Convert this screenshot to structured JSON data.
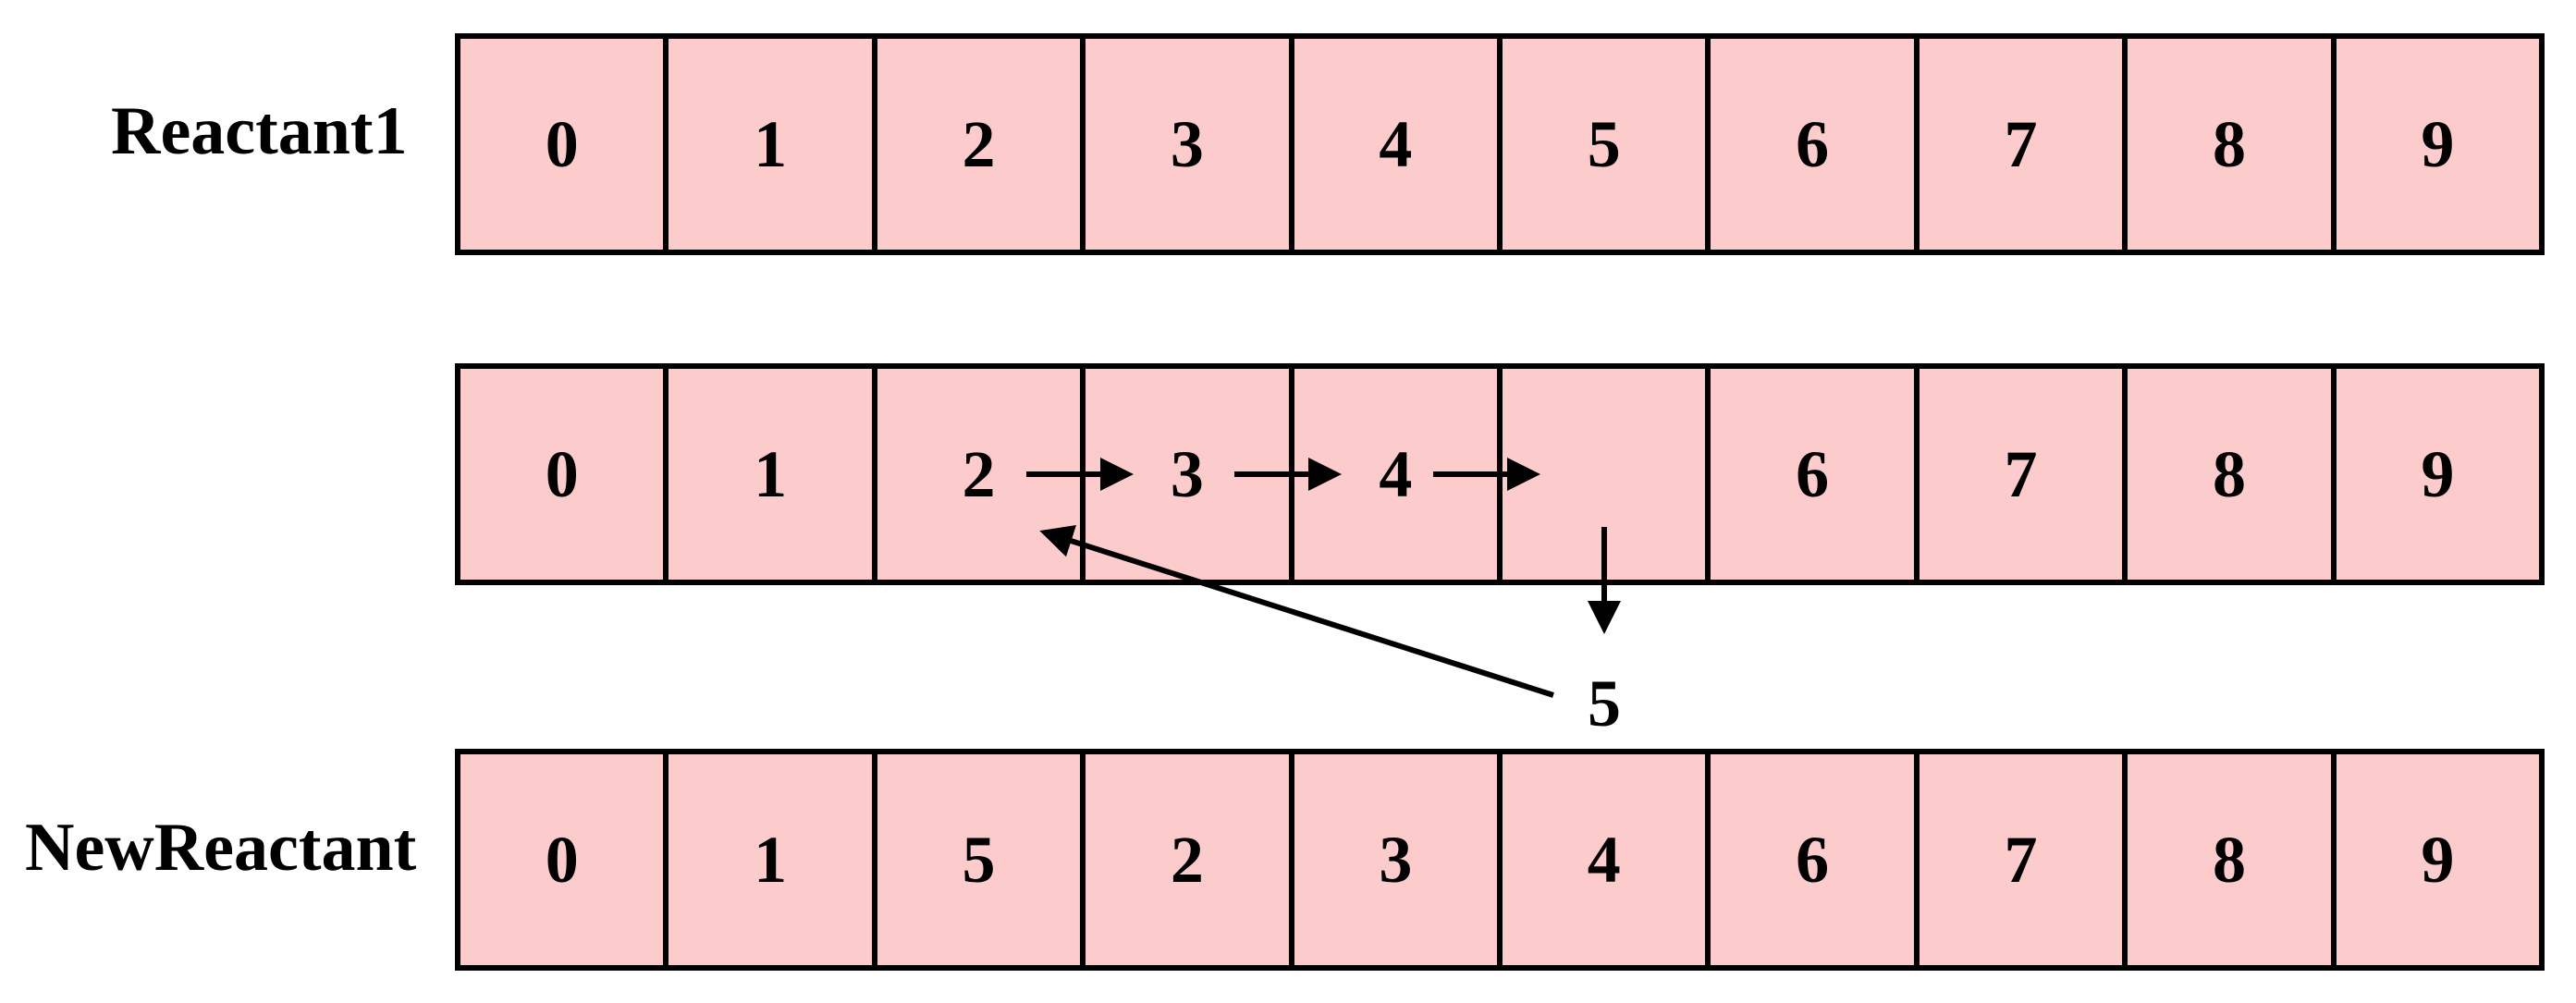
{
  "rows": {
    "reactant1": {
      "label": "Reactant1",
      "cells": [
        "0",
        "1",
        "2",
        "3",
        "4",
        "5",
        "6",
        "7",
        "8",
        "9"
      ]
    },
    "middle": {
      "label": "",
      "cells": [
        "0",
        "1",
        "2",
        "3",
        "4",
        "",
        "6",
        "7",
        "8",
        "9"
      ]
    },
    "newreactant": {
      "label": "NewReactant",
      "cells": [
        "0",
        "1",
        "5",
        "2",
        "3",
        "4",
        "6",
        "7",
        "8",
        "9"
      ]
    }
  },
  "moved_value": "5",
  "colors": {
    "cell_fill": "#fccbcb",
    "border": "#000000",
    "text": "#000000"
  }
}
